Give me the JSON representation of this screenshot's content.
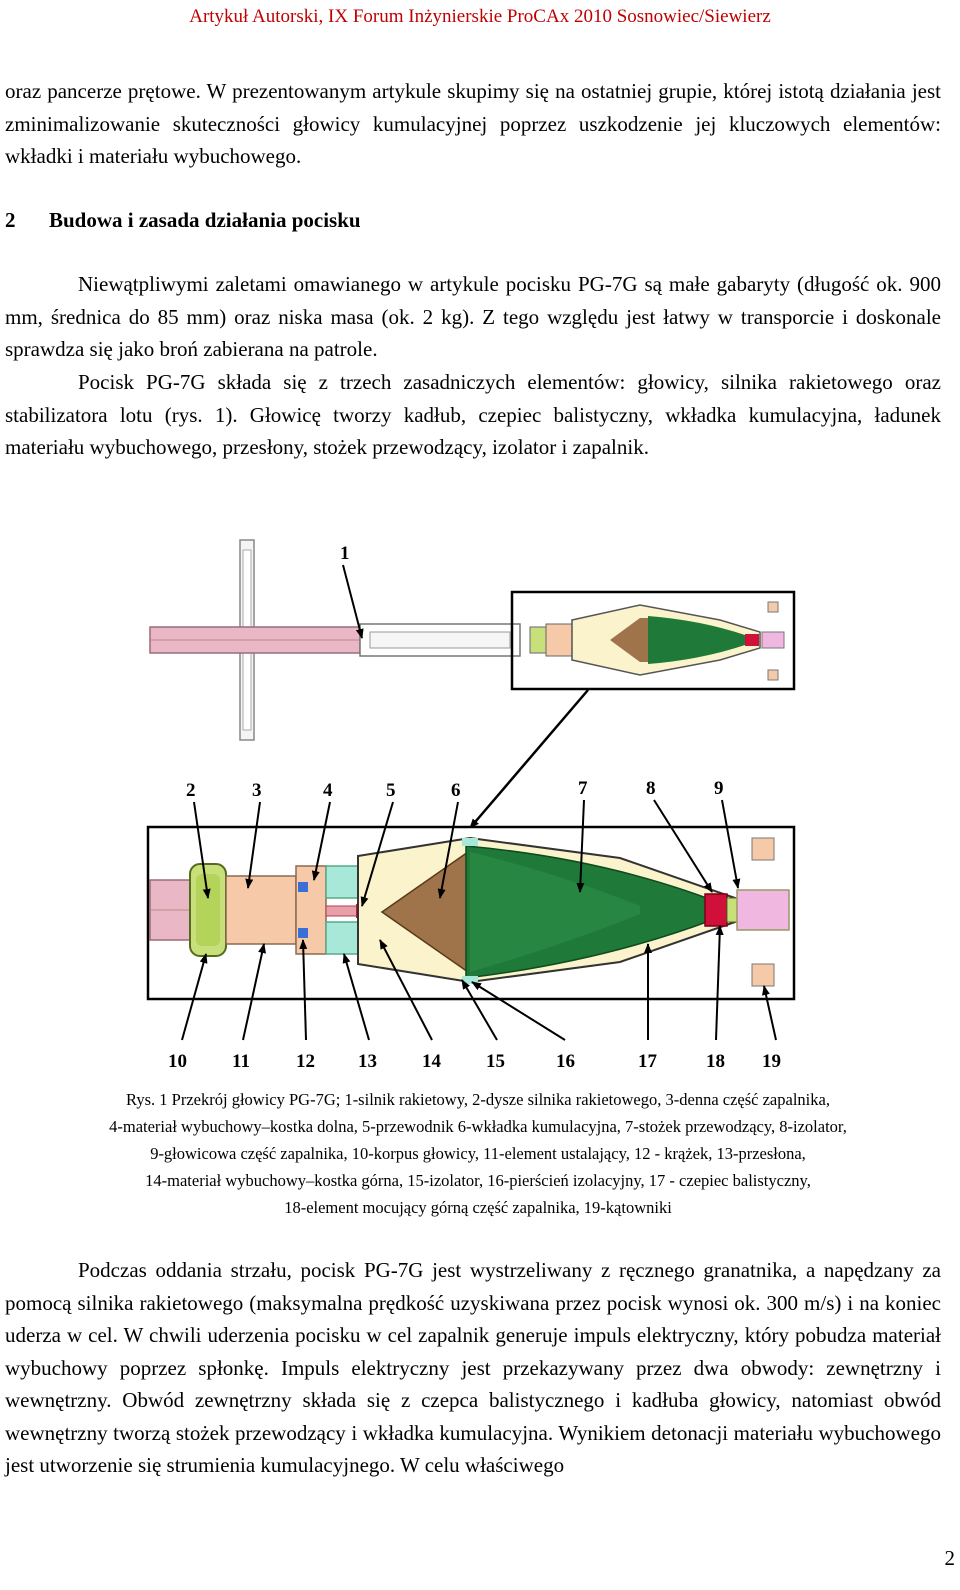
{
  "header": "Artykuł Autorski, IX Forum Inżynierskie ProCAx 2010 Sosnowiec/Siewierz",
  "intro_para": "oraz pancerze prętowe. W prezentowanym artykule skupimy się na ostatniej grupie, której istotą działania jest zminimalizowanie skuteczności głowicy kumulacyjnej poprzez uszkodzenie jej kluczowych elementów: wkładki i materiału wybuchowego.",
  "section": {
    "number": "2",
    "title": "Budowa i zasada działania pocisku"
  },
  "para1": "Niewątpliwymi zaletami omawianego w artykule pocisku PG-7G są małe gabaryty (długość ok. 900 mm, średnica do 85 mm) oraz niska masa (ok. 2 kg). Z tego względu jest łatwy w transporcie i doskonale sprawdza się jako broń zabierana na patrole.",
  "para2": "Pocisk PG-7G składa się z trzech zasadniczych elementów: głowicy, silnika rakietowego oraz stabilizatora lotu (rys. 1). Głowicę tworzy kadłub, czepiec balistyczny, wkładka kumulacyjna, ładunek materiału wybuchowego, przesłony, stożek przewodzący, izolator i zapalnik.",
  "figure": {
    "overview_label": "1",
    "top_labels": [
      "2",
      "3",
      "4",
      "5",
      "6",
      "7",
      "8",
      "9"
    ],
    "bottom_labels": [
      "10",
      "11",
      "12",
      "13",
      "14",
      "15",
      "16",
      "17",
      "18",
      "19"
    ],
    "colors": {
      "motor": "#e8bcc8",
      "nozzle": "#c8e07a",
      "fuze_base": "#f6c9a8",
      "explosive": "#fbf3cc",
      "cone": "#a0744a",
      "liner": "#1f7a3a",
      "fuze_head": "#d0103a",
      "insulator": "#a8e8d8",
      "cap": "#f0b8e0"
    }
  },
  "caption": [
    "Rys. 1 Przekrój głowicy PG-7G; 1-silnik rakietowy, 2-dysze silnika rakietowego, 3-denna część zapalnika,",
    "4-materiał wybuchowy–kostka dolna, 5-przewodnik 6-wkładka kumulacyjna, 7-stożek przewodzący, 8-izolator,",
    "9-głowicowa część zapalnika, 10-korpus głowicy, 11-element ustalający, 12 - krążek, 13-przesłona,",
    "14-materiał wybuchowy–kostka górna, 15-izolator, 16-pierścień izolacyjny, 17 - czepiec balistyczny,",
    "18-element mocujący górną część zapalnika, 19-kątowniki"
  ],
  "para3": "Podczas oddania strzału, pocisk PG-7G jest wystrzeliwany z ręcznego granatnika, a napędzany za pomocą silnika rakietowego (maksymalna prędkość uzyskiwana przez pocisk wynosi ok. 300 m/s) i na koniec uderza w cel. W chwili uderzenia pocisku w cel zapalnik generuje impuls elektryczny, który pobudza materiał wybuchowy poprzez spłonkę. Impuls elektryczny jest przekazywany przez dwa obwody: zewnętrzny i wewnętrzny. Obwód zewnętrzny składa się z czepca balistycznego i kadłuba głowicy, natomiast obwód wewnętrzny tworzą stożek przewodzący i wkładka kumulacyjna. Wynikiem detonacji materiału wybuchowego jest utworzenie się strumienia kumulacyjnego. W celu właściwego",
  "page_number": "2"
}
